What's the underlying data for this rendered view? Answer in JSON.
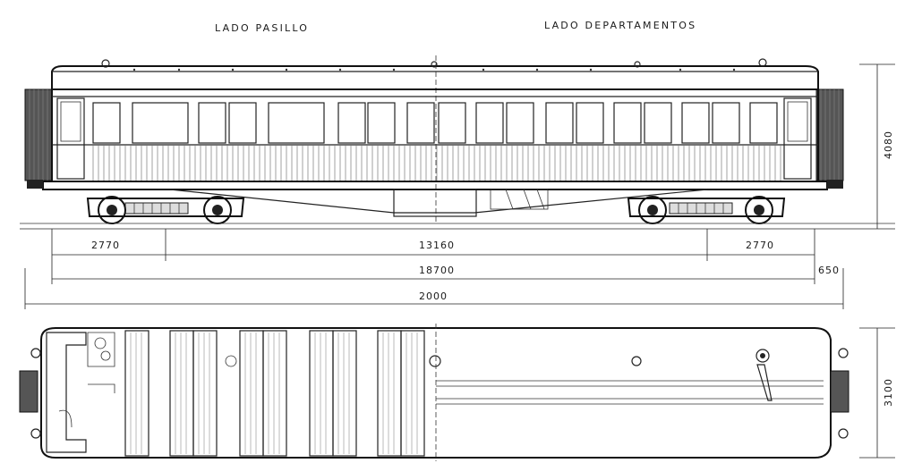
{
  "labels": {
    "corridor_side": "LADO PASILLO",
    "compartment_side": "LADO DEPARTAMENTOS"
  },
  "dimensions": {
    "bogie_left": "2770",
    "bogie_center": "13160",
    "bogie_right": "2770",
    "body_length": "18700",
    "buffer_extra": "650",
    "overall_length": "2000",
    "height": "4080",
    "width": "3100"
  },
  "colors": {
    "ink": "#1a1a1a",
    "paper": "#ffffff"
  }
}
